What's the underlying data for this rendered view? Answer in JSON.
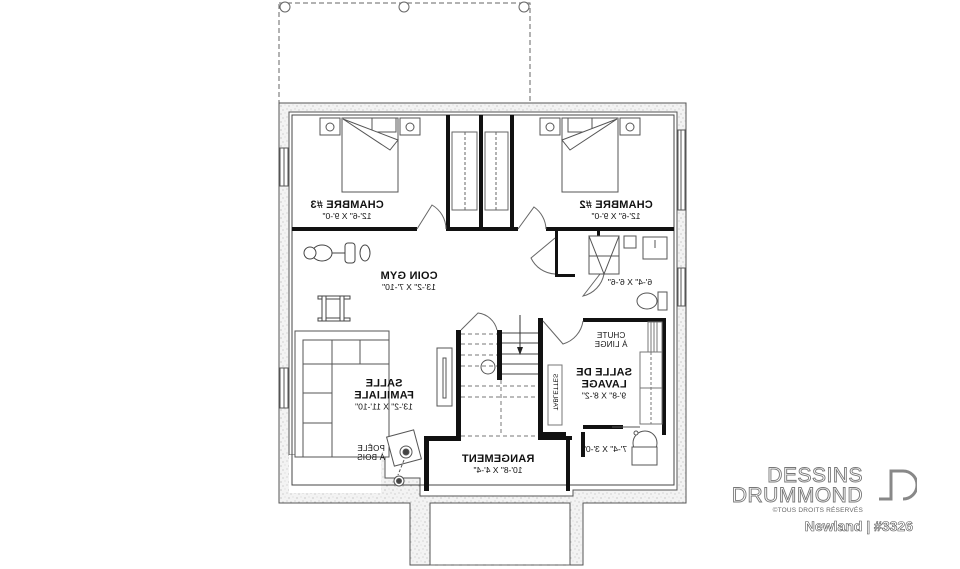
{
  "plan": {
    "type": "floor-plan",
    "level": "basement",
    "mirrored": true
  },
  "rooms": [
    {
      "id": "chambre3",
      "name": "CHAMBRE #3",
      "dims": "12'-6\" X 9'-0\""
    },
    {
      "id": "chambre2",
      "name": "CHAMBRE #2",
      "dims": "12'-6\" X 9'-0\""
    },
    {
      "id": "coin_gym",
      "name": "COIN GYM",
      "dims": "13'-2\" X 7'-10\""
    },
    {
      "id": "salle_bain",
      "name": "",
      "dims": "6'-4\" X 6'-6\""
    },
    {
      "id": "salle_familiale",
      "name": "SALLE\nFAMILIALE",
      "name_line1": "SALLE",
      "name_line2": "FAMILIALE",
      "dims": "13'-2\" X 11'-10\""
    },
    {
      "id": "salle_lavage",
      "name": "SALLE DE\nLAVAGE",
      "name_line1": "SALLE DE",
      "name_line2": "LAVAGE",
      "dims": "9'-8\" X 8'-2\""
    },
    {
      "id": "rangement",
      "name": "RANGEMENT",
      "dims": "10'-8\" X 4'-4\""
    },
    {
      "id": "mecanique",
      "name": "",
      "dims": "7'-4\" X 3'-0\""
    }
  ],
  "annotations": {
    "chute_line1": "CHUTE",
    "chute_line2": "À LINGE",
    "poele_line1": "POÊLE",
    "poele_line2": "À BOIS",
    "tablettes": "TABLETTES"
  },
  "brand": {
    "line1": "DESSINS",
    "line2": "DRUMMOND",
    "rights": "©TOUS DROITS RÉSERVÉS",
    "plan_name": "Newland | #3326"
  },
  "colors": {
    "wall": "#111111",
    "foundation_fill": "#efefef",
    "line": "#555555",
    "dashed": "#888888"
  }
}
